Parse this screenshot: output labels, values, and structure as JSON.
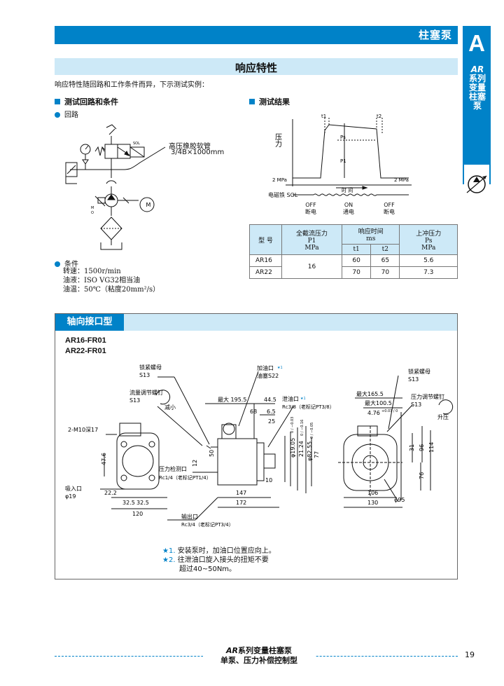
{
  "header": {
    "title": "柱塞泵"
  },
  "side_tab": {
    "letter": "A",
    "brand": "AR",
    "series_text": "系列变量柱塞泵"
  },
  "section": {
    "title": "响应特性",
    "intro": "响应特性随回路和工作条件而异，下示测试实例："
  },
  "circuit": {
    "heading": "测试回路和条件",
    "sub_heading": "回路",
    "hose_label": "高压橡胶软管",
    "hose_spec": "3/4B×1000mm",
    "sol_label": "SOL",
    "motor_label": "M",
    "m_small": "M",
    "o_small": "O"
  },
  "conditions": {
    "heading": "条件",
    "lines": [
      "转速：1500r/min",
      "油液：ISO VG32相当油",
      "油温：50℃（粘度20mm²/s）"
    ]
  },
  "results": {
    "heading": "测试结果",
    "pressure_axis": "压力",
    "t1": "t1",
    "t2": "t2",
    "ps": "Ps",
    "p1": "P1",
    "mpa_left": "2 MPa",
    "mpa_right": "2 MPa",
    "time": "时 间",
    "sol": "电磁铁 SOL",
    "states": [
      {
        "en": "OFF",
        "zh": "断电"
      },
      {
        "en": "ON",
        "zh": "通电"
      },
      {
        "en": "OFF",
        "zh": "断电"
      }
    ],
    "table": {
      "h_model": "型 号",
      "h_cutoff": "全截流压力",
      "h_cutoff_sym": "P1",
      "h_cutoff_unit": "MPa",
      "h_resp": "响应时间",
      "h_resp_unit": "ms",
      "h_t1": "t1",
      "h_t2": "t2",
      "h_surge": "上冲压力",
      "h_surge_sym": "Ps",
      "h_surge_unit": "MPa",
      "rows": [
        {
          "model": "AR16",
          "p1": "16",
          "t1": "60",
          "t2": "65",
          "ps": "5.6"
        },
        {
          "model": "AR22",
          "p1": "",
          "t1": "70",
          "t2": "70",
          "ps": "7.3"
        }
      ]
    }
  },
  "axial": {
    "tag": "轴向接口型",
    "models": [
      "AR16-FR01",
      "AR22-FR01"
    ],
    "labels": {
      "locknut_l": "锁紧螺母",
      "s13_a": "S13",
      "flow_screw": "流量调节螺钉",
      "s13_b": "S13",
      "decrease": "减小",
      "m10": "2-M10深17",
      "fill_port": "加油口",
      "fill_mark": "★1",
      "plug": "油塞S22",
      "drain": "泄油口",
      "drain_mark": "★1",
      "rc38": "Rc3/8（老标记PT3/8）",
      "press_port": "压力检测口",
      "rc14": "Rc1/4（老标记PT1/4）",
      "suction": "吸入口",
      "phi19": "φ19",
      "outlet": "输出口",
      "rc34": "Rc3/4（老标记PT3/4）",
      "locknut_r": "锁紧螺母",
      "s13_c": "S13",
      "press_screw": "压力调节螺钉",
      "s13_d": "S13",
      "increase": "升压",
      "phi95": "φ95"
    },
    "dims": {
      "max195": "最大 195.5",
      "d445": "44.5",
      "d68": "68",
      "d65": "6.5",
      "d25": "25",
      "d50": "50",
      "d1905": "φ19.05",
      "d1905tol": "0 / −0.03",
      "d2124": "21.24",
      "d2124tol": "0 / −0.16",
      "d8255": "φ82.55",
      "d8255tol": "0 / −0.05",
      "d77": "77",
      "d12": "12",
      "d10": "10",
      "d147": "147",
      "d172": "172",
      "d476": "47.6",
      "d222": "22.2",
      "d325a": "32.5",
      "d325b": "32.5",
      "d120": "120",
      "max1655": "最大165.5",
      "max1005": "最大100.5",
      "d476b": "4.76",
      "d476btol": "+0.03 / 0",
      "d31": "31",
      "d96": "96",
      "d114": "114",
      "d76": "76",
      "d106": "106",
      "d130": "130"
    }
  },
  "notes": {
    "n1_mark": "★1.",
    "n1": "安装泵时，加油口位置应向上。",
    "n2_mark": "★2.",
    "n2a": "往泄油口旋入接头的扭矩不要",
    "n2b": "超过40~50Nm。"
  },
  "footer": {
    "brand": "AR",
    "line1": "系列变量柱塞泵",
    "line2": "单泵、压力补偿控制型",
    "page": "19"
  },
  "colors": {
    "accent": "#0082c8",
    "light": "#cde9f7"
  }
}
